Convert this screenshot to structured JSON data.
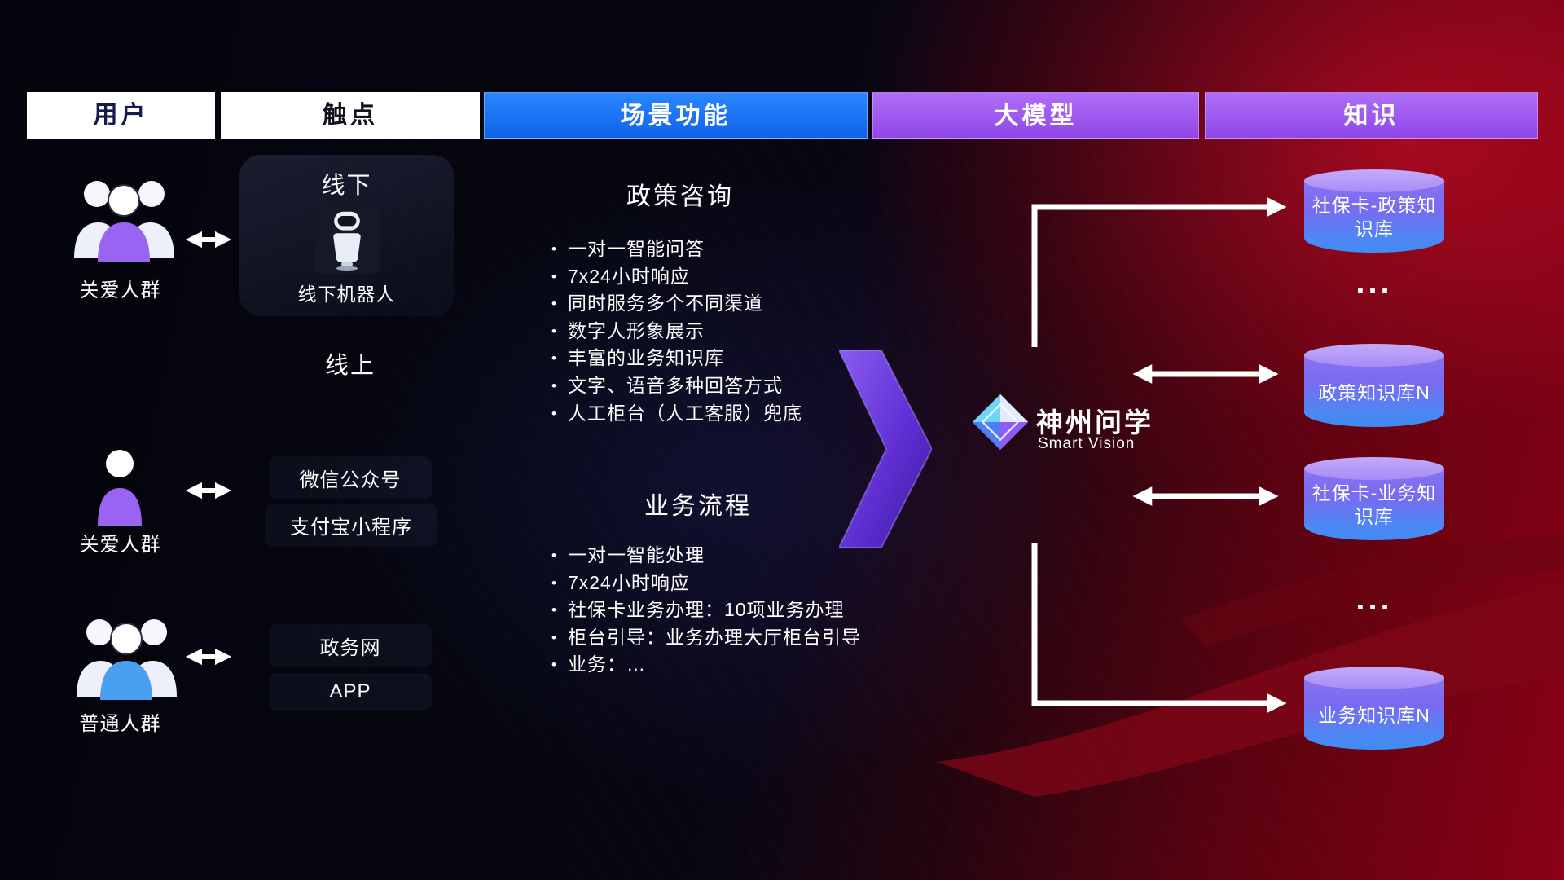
{
  "header": {
    "columns": [
      {
        "label": "用户"
      },
      {
        "label": "触点"
      },
      {
        "label": "场景功能"
      },
      {
        "label": "大模型"
      },
      {
        "label": "知识"
      }
    ]
  },
  "users": [
    {
      "label": "关爱人群"
    },
    {
      "label": "关爱人群"
    },
    {
      "label": "普通人群"
    }
  ],
  "touchpoints": {
    "offline_title": "线下",
    "offline_robot_label": "线下机器人",
    "online_title": "线上",
    "wechat": "微信公众号",
    "alipay": "支付宝小程序",
    "govweb": "政务网",
    "app": "APP"
  },
  "scenes": [
    {
      "title": "政策咨询",
      "bullets": [
        "一对一智能问答",
        "7x24小时响应",
        "同时服务多个不同渠道",
        "数字人形象展示",
        "丰富的业务知识库",
        "文字、语音多种回答方式",
        "人工柜台（人工客服）兜底"
      ]
    },
    {
      "title": "业务流程",
      "bullets": [
        "一对一智能处理",
        "7x24小时响应",
        "社保卡业务办理：10项业务办理",
        "柜台引导：业务办理大厅柜台引导",
        "业务：…"
      ]
    }
  ],
  "model": {
    "name": "神州问学",
    "subtitle": "Smart Vision"
  },
  "knowledge": {
    "items": [
      {
        "label": "社保卡-政策知识库"
      },
      {
        "label": "政策知识库N"
      },
      {
        "label": "社保卡-业务知识库"
      },
      {
        "label": "业务知识库N"
      }
    ],
    "ellipsis": "..."
  },
  "colors": {
    "header_blue": "#1472f5",
    "header_purple": "#a35df2",
    "cylinder_top": "#b49bf8",
    "cylinder_gradient_top": "#8a74f2",
    "cylinder_gradient_bottom": "#3f8cf2",
    "flow_arrow_purple": "#6d3df0",
    "user_purple": "#9a63f2",
    "user_blue": "#4aa0f0",
    "background_red": "#8a0115"
  }
}
